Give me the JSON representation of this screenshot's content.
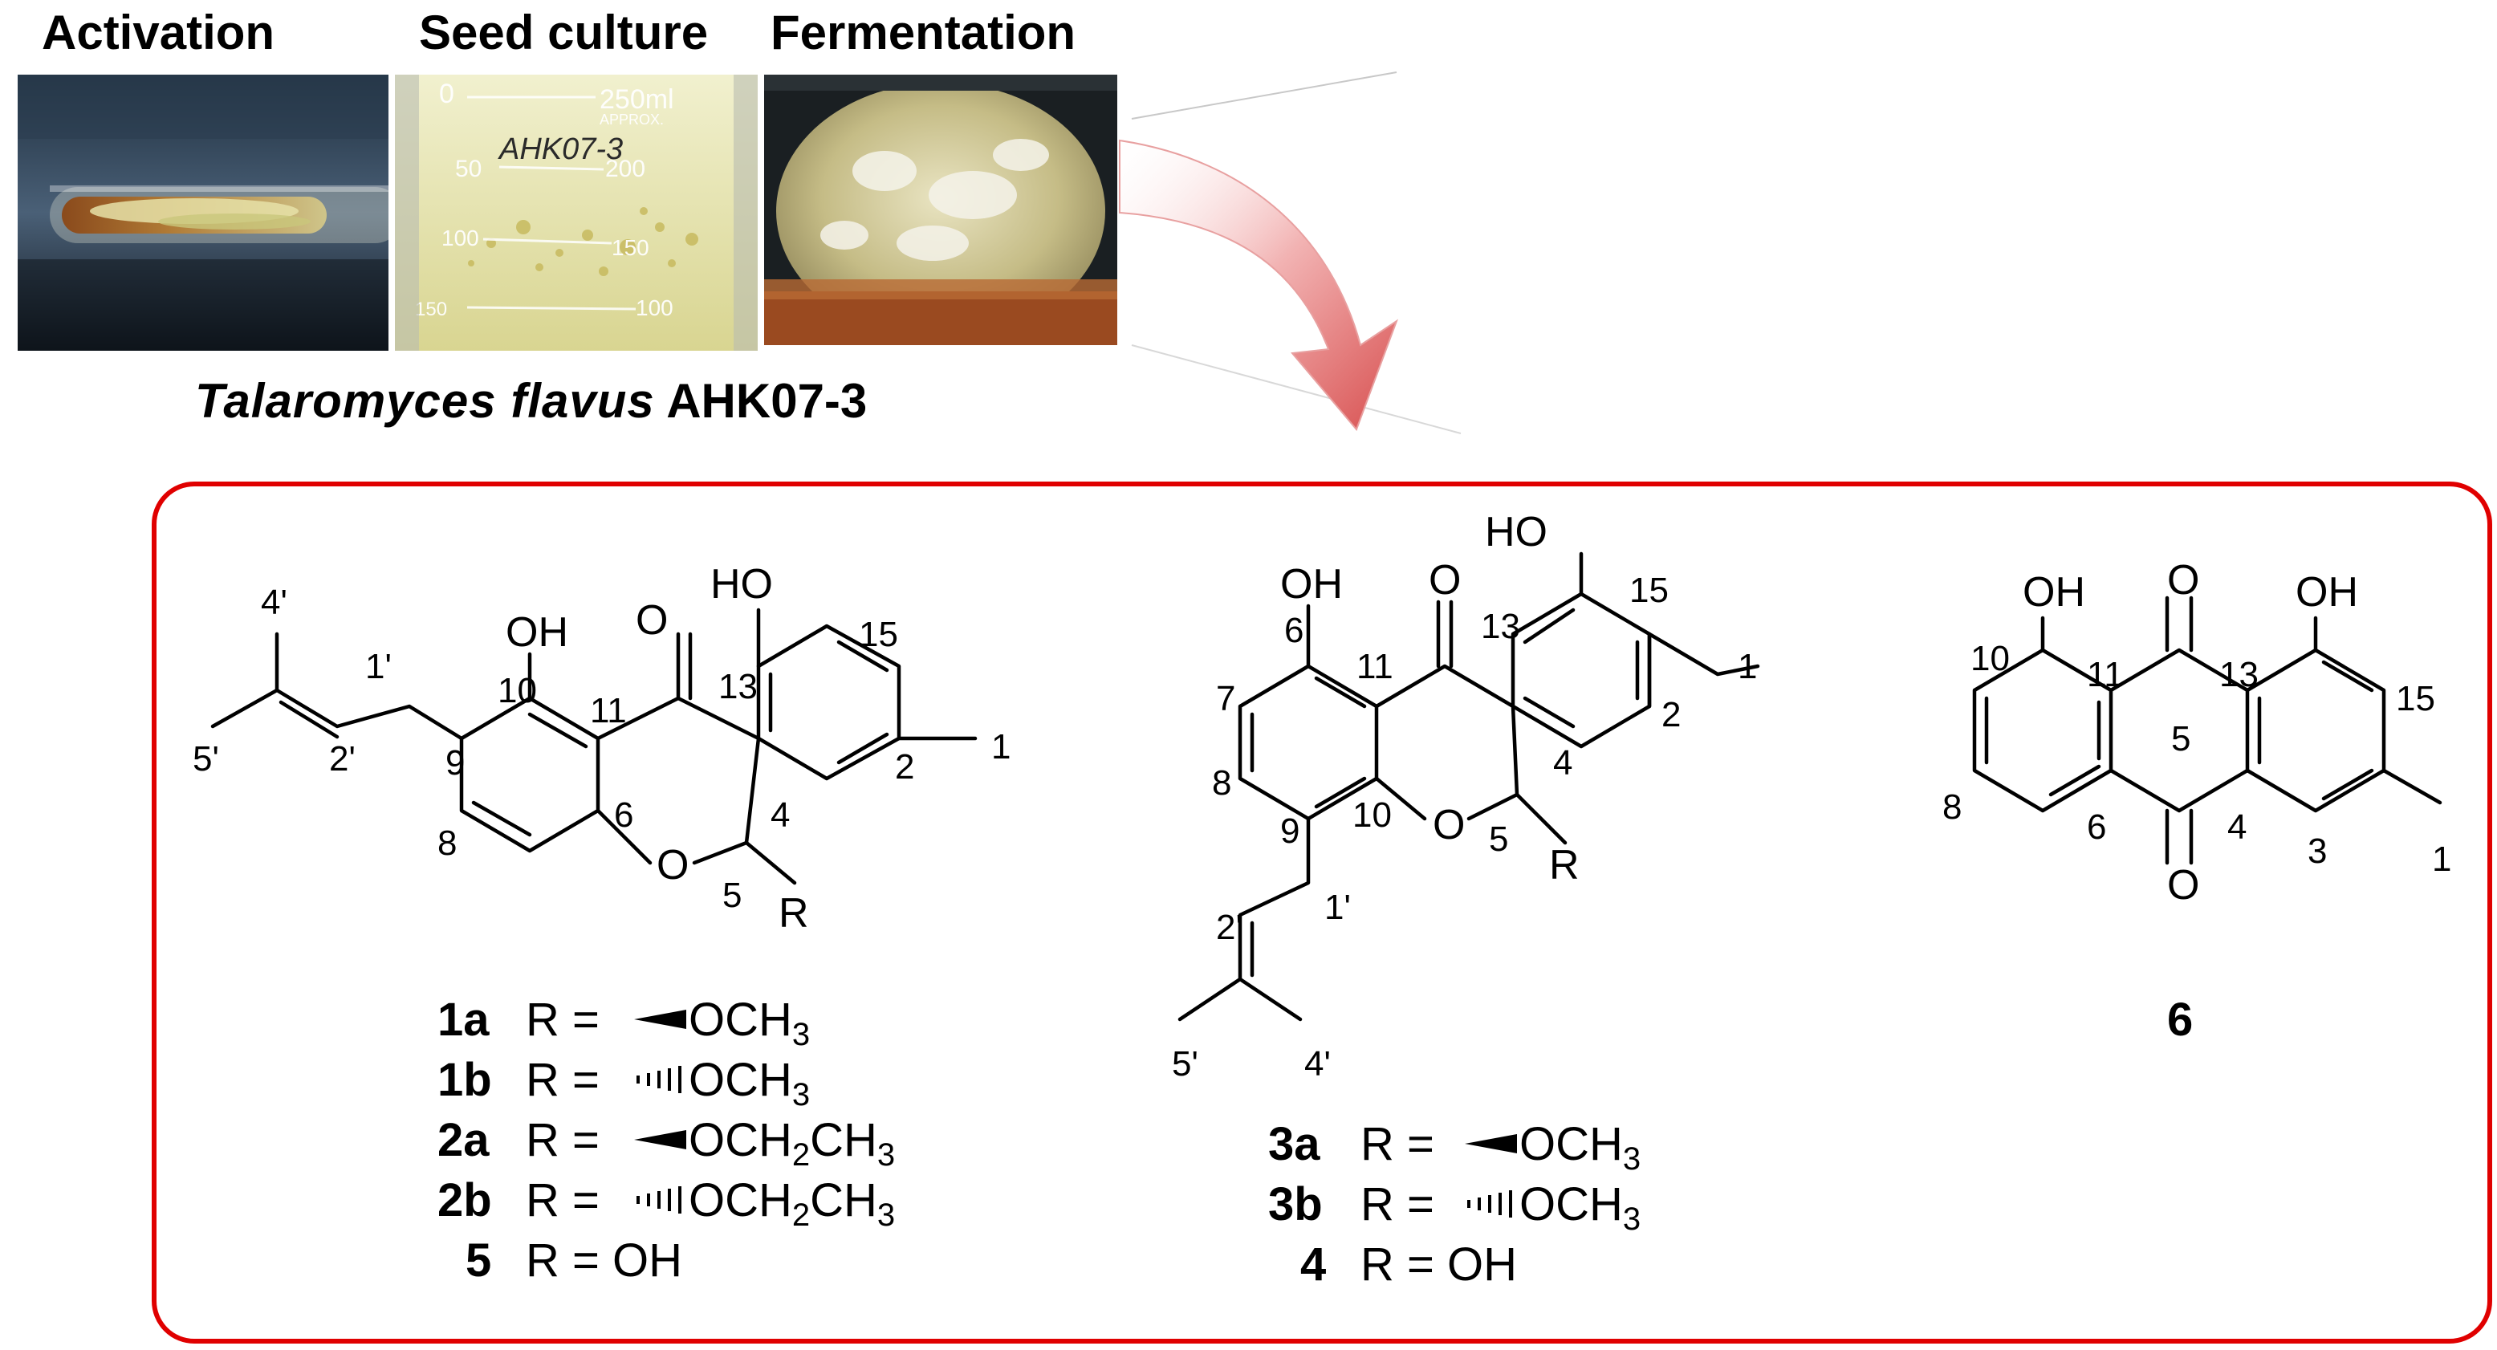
{
  "photos": [
    {
      "title": "Activation"
    },
    {
      "title": "Seed culture",
      "flask_marks": [
        "0",
        "250ml",
        "APPROX.",
        "AHK07-3",
        "50",
        "200",
        "100",
        "150",
        "150",
        "100"
      ]
    },
    {
      "title": "Fermentation"
    }
  ],
  "species": {
    "genus_species": "Talaromyces flavus",
    "strain": "AHK07-3"
  },
  "colors": {
    "box_border": "#e00000",
    "arrow": "#e87a7a"
  },
  "structure_left": {
    "atoms": {
      "oh_a": "OH",
      "oh_b": "HO",
      "ketone": "O",
      "ring_o": "O",
      "r": "R"
    },
    "numbers": {
      "n4p": "4'",
      "n1p": "1'",
      "n5p": "5'",
      "n2p": "2'",
      "n9": "9",
      "n10": "10",
      "n11": "11",
      "n13": "13",
      "n15": "15",
      "n2": "2",
      "n1": "1",
      "n8": "8",
      "n6": "6",
      "n4": "4",
      "n5": "5"
    },
    "compounds": [
      {
        "id": "1a",
        "eq": "R =",
        "sub": "OCH",
        "sub3": "3",
        "stereo": "wedge"
      },
      {
        "id": "1b",
        "eq": "R =",
        "sub": "OCH",
        "sub3": "3",
        "stereo": "hash"
      },
      {
        "id": "2a",
        "eq": "R =",
        "sub": "OCH",
        "sub2": "2",
        "subb": "CH",
        "sub3": "3",
        "stereo": "wedge"
      },
      {
        "id": "2b",
        "eq": "R =",
        "sub": "OCH",
        "sub2": "2",
        "subb": "CH",
        "sub3": "3",
        "stereo": "hash"
      },
      {
        "id": "5",
        "eq": "R = OH"
      }
    ]
  },
  "structure_mid": {
    "atoms": {
      "oh_a": "OH",
      "oh_b": "HO",
      "ketone": "O",
      "ring_o": "O",
      "r": "R"
    },
    "numbers": {
      "n6": "6",
      "n11": "11",
      "n13": "13",
      "n15": "15",
      "n1": "1",
      "n7": "7",
      "n2": "2",
      "n8": "8",
      "n4": "4",
      "n9": "9",
      "n10": "10",
      "n5": "5",
      "n1p": "1'",
      "n2p": "2'",
      "n5p": "5'",
      "n4p": "4'"
    },
    "compounds": [
      {
        "id": "3a",
        "eq": "R =",
        "sub": "OCH",
        "sub3": "3",
        "stereo": "wedge"
      },
      {
        "id": "3b",
        "eq": "R =",
        "sub": "OCH",
        "sub3": "3",
        "stereo": "hash"
      },
      {
        "id": "4",
        "eq": "R = OH"
      }
    ]
  },
  "structure_right": {
    "atoms": {
      "oh_a": "OH",
      "oh_b": "OH",
      "o_top": "O",
      "o_bot": "O"
    },
    "numbers": {
      "n10": "10",
      "n11": "11",
      "n13": "13",
      "n15": "15",
      "n5": "5",
      "n8": "8",
      "n6": "6",
      "n4": "4",
      "n3": "3",
      "n1": "1"
    },
    "compounds": [
      {
        "id": "6"
      }
    ]
  }
}
